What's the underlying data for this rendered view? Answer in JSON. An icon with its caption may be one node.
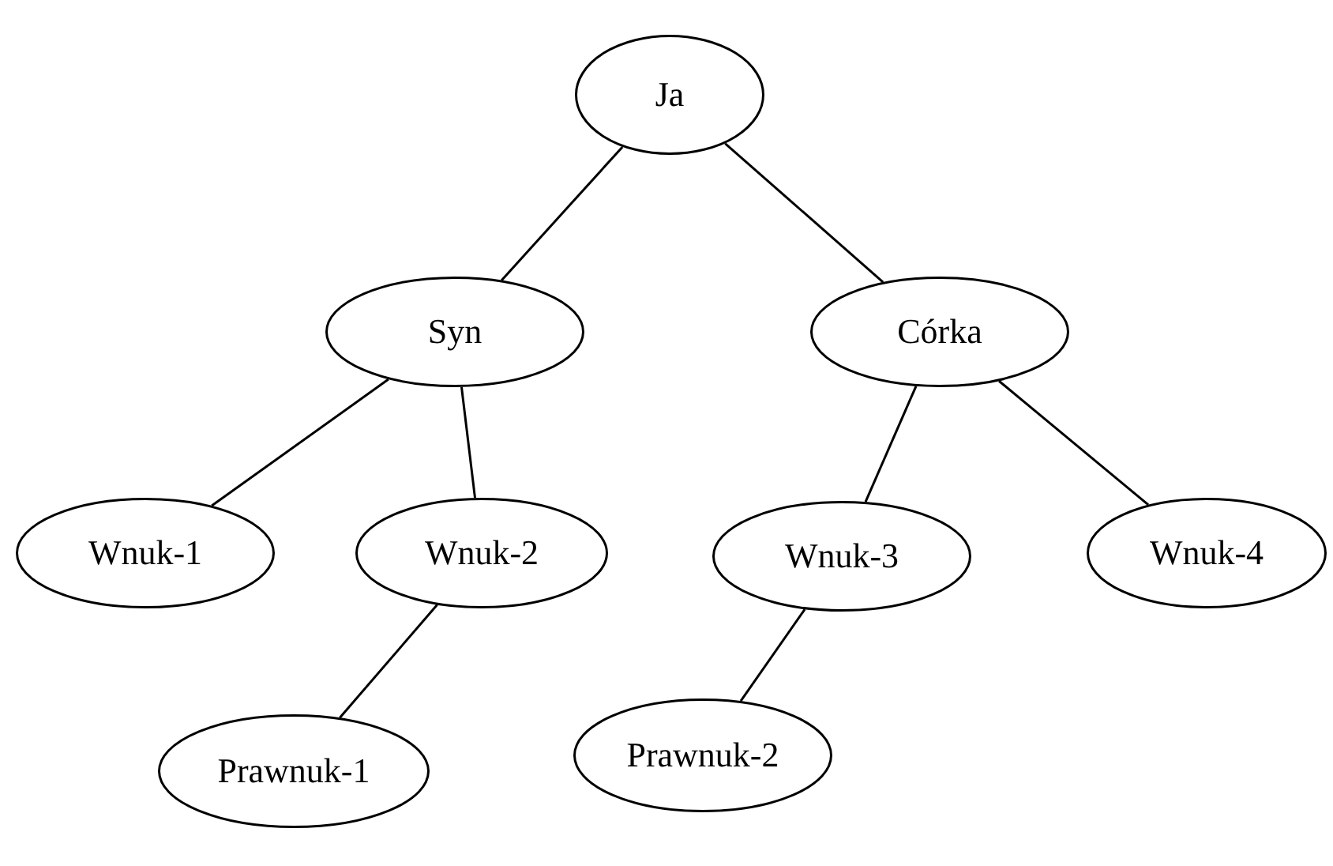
{
  "diagram": {
    "nodes": [
      {
        "text": [
          "Ja"
        ]
      },
      {
        "text": [
          "Syn"
        ]
      },
      {
        "text": [
          "Córka"
        ]
      },
      {
        "text": [
          "Wnuk-1"
        ]
      },
      {
        "text": [
          "Wnuk-2"
        ]
      },
      {
        "text": [
          "Wnuk-3"
        ]
      },
      {
        "text": [
          "Wnuk-4"
        ]
      },
      {
        "text": [
          "Prawnuk-1"
        ]
      },
      {
        "text": [
          "Prawnuk-2"
        ]
      }
    ],
    "edges": [
      {
        "from": 0,
        "to": 1,
        "arrow": "none"
      },
      {
        "from": 0,
        "to": 2,
        "arrow": "none"
      },
      {
        "from": 1,
        "to": 3,
        "arrow": "none"
      },
      {
        "from": 1,
        "to": 4,
        "arrow": "none"
      },
      {
        "from": 2,
        "to": 5,
        "arrow": "none"
      },
      {
        "from": 2,
        "to": 6,
        "arrow": "none"
      },
      {
        "from": 4,
        "to": 7,
        "arrow": "none"
      },
      {
        "from": 5,
        "to": 8,
        "arrow": "none"
      }
    ]
  }
}
